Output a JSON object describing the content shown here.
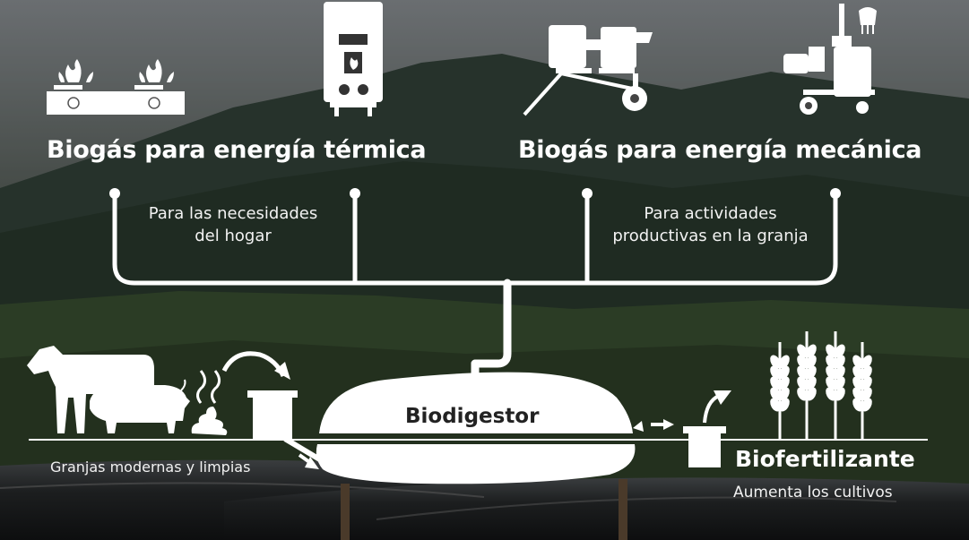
{
  "thermal": {
    "title": "Biogás para energía térmica",
    "subtitle_line1": "Para las necesidades",
    "subtitle_line2": "del hogar"
  },
  "mechanical": {
    "title": "Biogás para energía mecánica",
    "subtitle_line1": "Para actividades",
    "subtitle_line2": "productivas en la granja"
  },
  "farm": {
    "label": "Granjas modernas y limpias"
  },
  "digester": {
    "label": "Biodigestor"
  },
  "fertilizer": {
    "title": "Biofertilizante",
    "subtitle": "Aumenta los cultivos"
  },
  "colors": {
    "foreground": "#ffffff",
    "digester_label": "#222222",
    "sky": "#8c9196",
    "mountains": "#2f4034",
    "field": "#4f6a3c",
    "tarp": "#151515"
  }
}
